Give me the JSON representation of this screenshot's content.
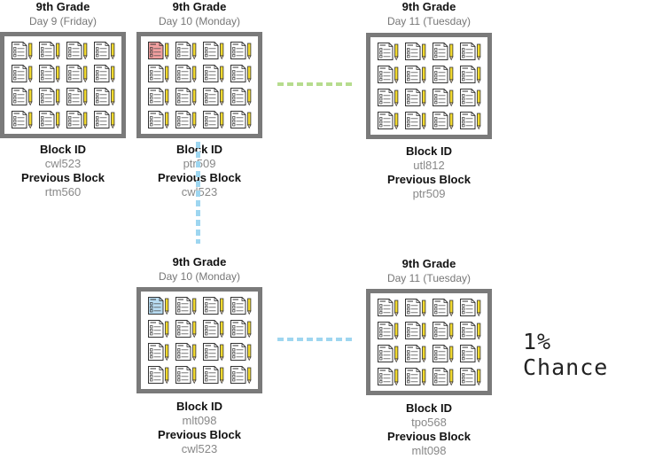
{
  "colors": {
    "border": "#7a7a7a",
    "highlight_red": "#f2a0a0",
    "highlight_blue": "#b8dcf2",
    "connector_green": "#b6dc8e",
    "connector_blue": "#9ed6f0",
    "pencil": "#f2d92e"
  },
  "icon": "document-with-pencil-icon",
  "blocks": [
    {
      "grade": "9th Grade",
      "day": "Day 9 (Friday)",
      "id_label": "Block ID",
      "id": "cwl523",
      "prev_label": "Previous Block",
      "prev": "rtm560",
      "highlight": "none"
    },
    {
      "grade": "9th Grade",
      "day": "Day 10 (Monday)",
      "id_label": "Block ID",
      "id": "ptr509",
      "prev_label": "Previous Block",
      "prev": "cwl523",
      "highlight": "red"
    },
    {
      "grade": "9th Grade",
      "day": "Day 11 (Tuesday)",
      "id_label": "Block ID",
      "id": "utl812",
      "prev_label": "Previous Block",
      "prev": "ptr509",
      "highlight": "none"
    },
    {
      "grade": "9th Grade",
      "day": "Day 10 (Monday)",
      "id_label": "Block ID",
      "id": "mlt098",
      "prev_label": "Previous Block",
      "prev": "cwl523",
      "highlight": "blue"
    },
    {
      "grade": "9th Grade",
      "day": "Day 11 (Tuesday)",
      "id_label": "Block ID",
      "id": "tpo568",
      "prev_label": "Previous Block",
      "prev": "mlt098",
      "highlight": "none"
    }
  ],
  "chance_text": "1% Chance"
}
